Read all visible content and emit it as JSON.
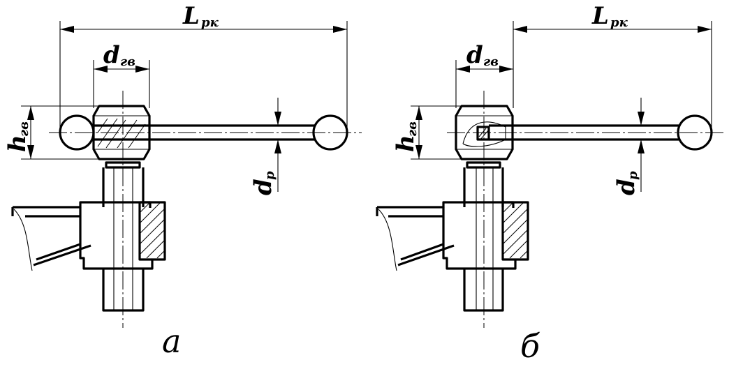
{
  "labels": {
    "length_main": "L",
    "length_sub": "рк",
    "head_diameter_main": "d",
    "head_diameter_sub": "гв",
    "head_height_main": "h",
    "head_height_sub": "гв",
    "rod_diameter_main": "d",
    "rod_diameter_sub": "р"
  },
  "captions": {
    "left": "а",
    "right": "б"
  }
}
